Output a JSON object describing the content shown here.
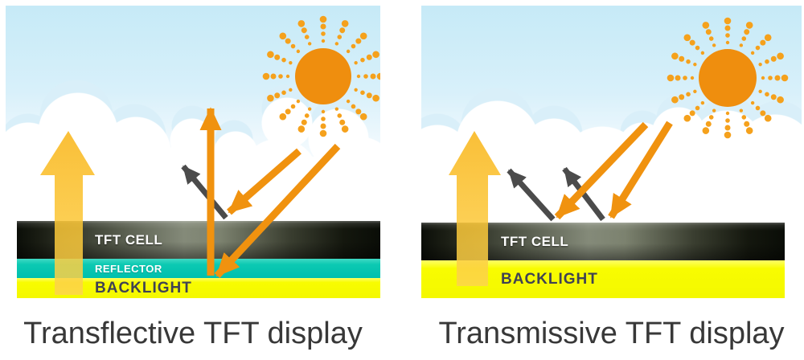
{
  "panels": {
    "left": {
      "caption": "Transflective TFT display",
      "layers": {
        "tft_cell": "TFT CELL",
        "reflector": "REFLECTOR",
        "backlight": "BACKLIGHT"
      }
    },
    "right": {
      "caption": "Transmissive TFT display",
      "layers": {
        "tft_cell": "TFT CELL",
        "backlight": "BACKLIGHT"
      }
    }
  },
  "colors": {
    "sun": "#ef8e0e",
    "sun_rays": "#f5a11c",
    "orange_arrow": "#f0920f",
    "gray_arrow": "#4b4b4b",
    "yellow_arrow": "#f9b415",
    "reflector": "#00c3ae",
    "backlight": "#f8fb00",
    "sky": "#c6eaf7",
    "caption_text": "#383838"
  }
}
